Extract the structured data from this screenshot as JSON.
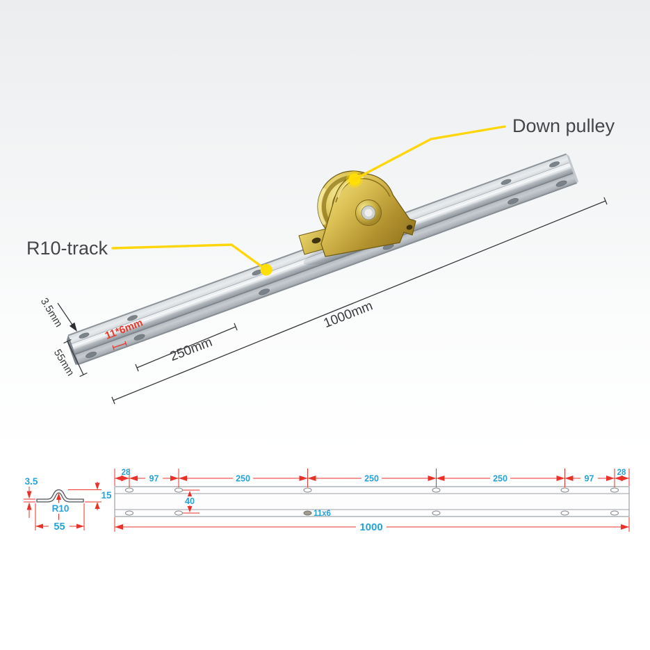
{
  "photo": {
    "callouts": {
      "down_pulley": "Down pulley",
      "r10_track": "R10-track"
    },
    "dimensions": {
      "thickness": "3.5mm",
      "width": "55mm",
      "hole_size": "11*6mm",
      "hole_spacing": "250mm",
      "total_length": "1000mm"
    }
  },
  "drawing": {
    "cross_section": {
      "thickness": "3.5",
      "height": "15",
      "radius": "R10",
      "width": "55"
    },
    "top_view": {
      "segments": [
        "28",
        "97",
        "250",
        "250",
        "250",
        "97",
        "28"
      ],
      "row_spacing": "40",
      "hole_size": "11x6",
      "total_length": "1000"
    }
  },
  "colors": {
    "accent_yellow": "#ffd60a",
    "dimension_red": "#e8322a",
    "dimension_blue": "#25a2da",
    "label_gray": "#46464a",
    "brass": "#d4b83e",
    "galvanized": "#c8ccd0"
  }
}
